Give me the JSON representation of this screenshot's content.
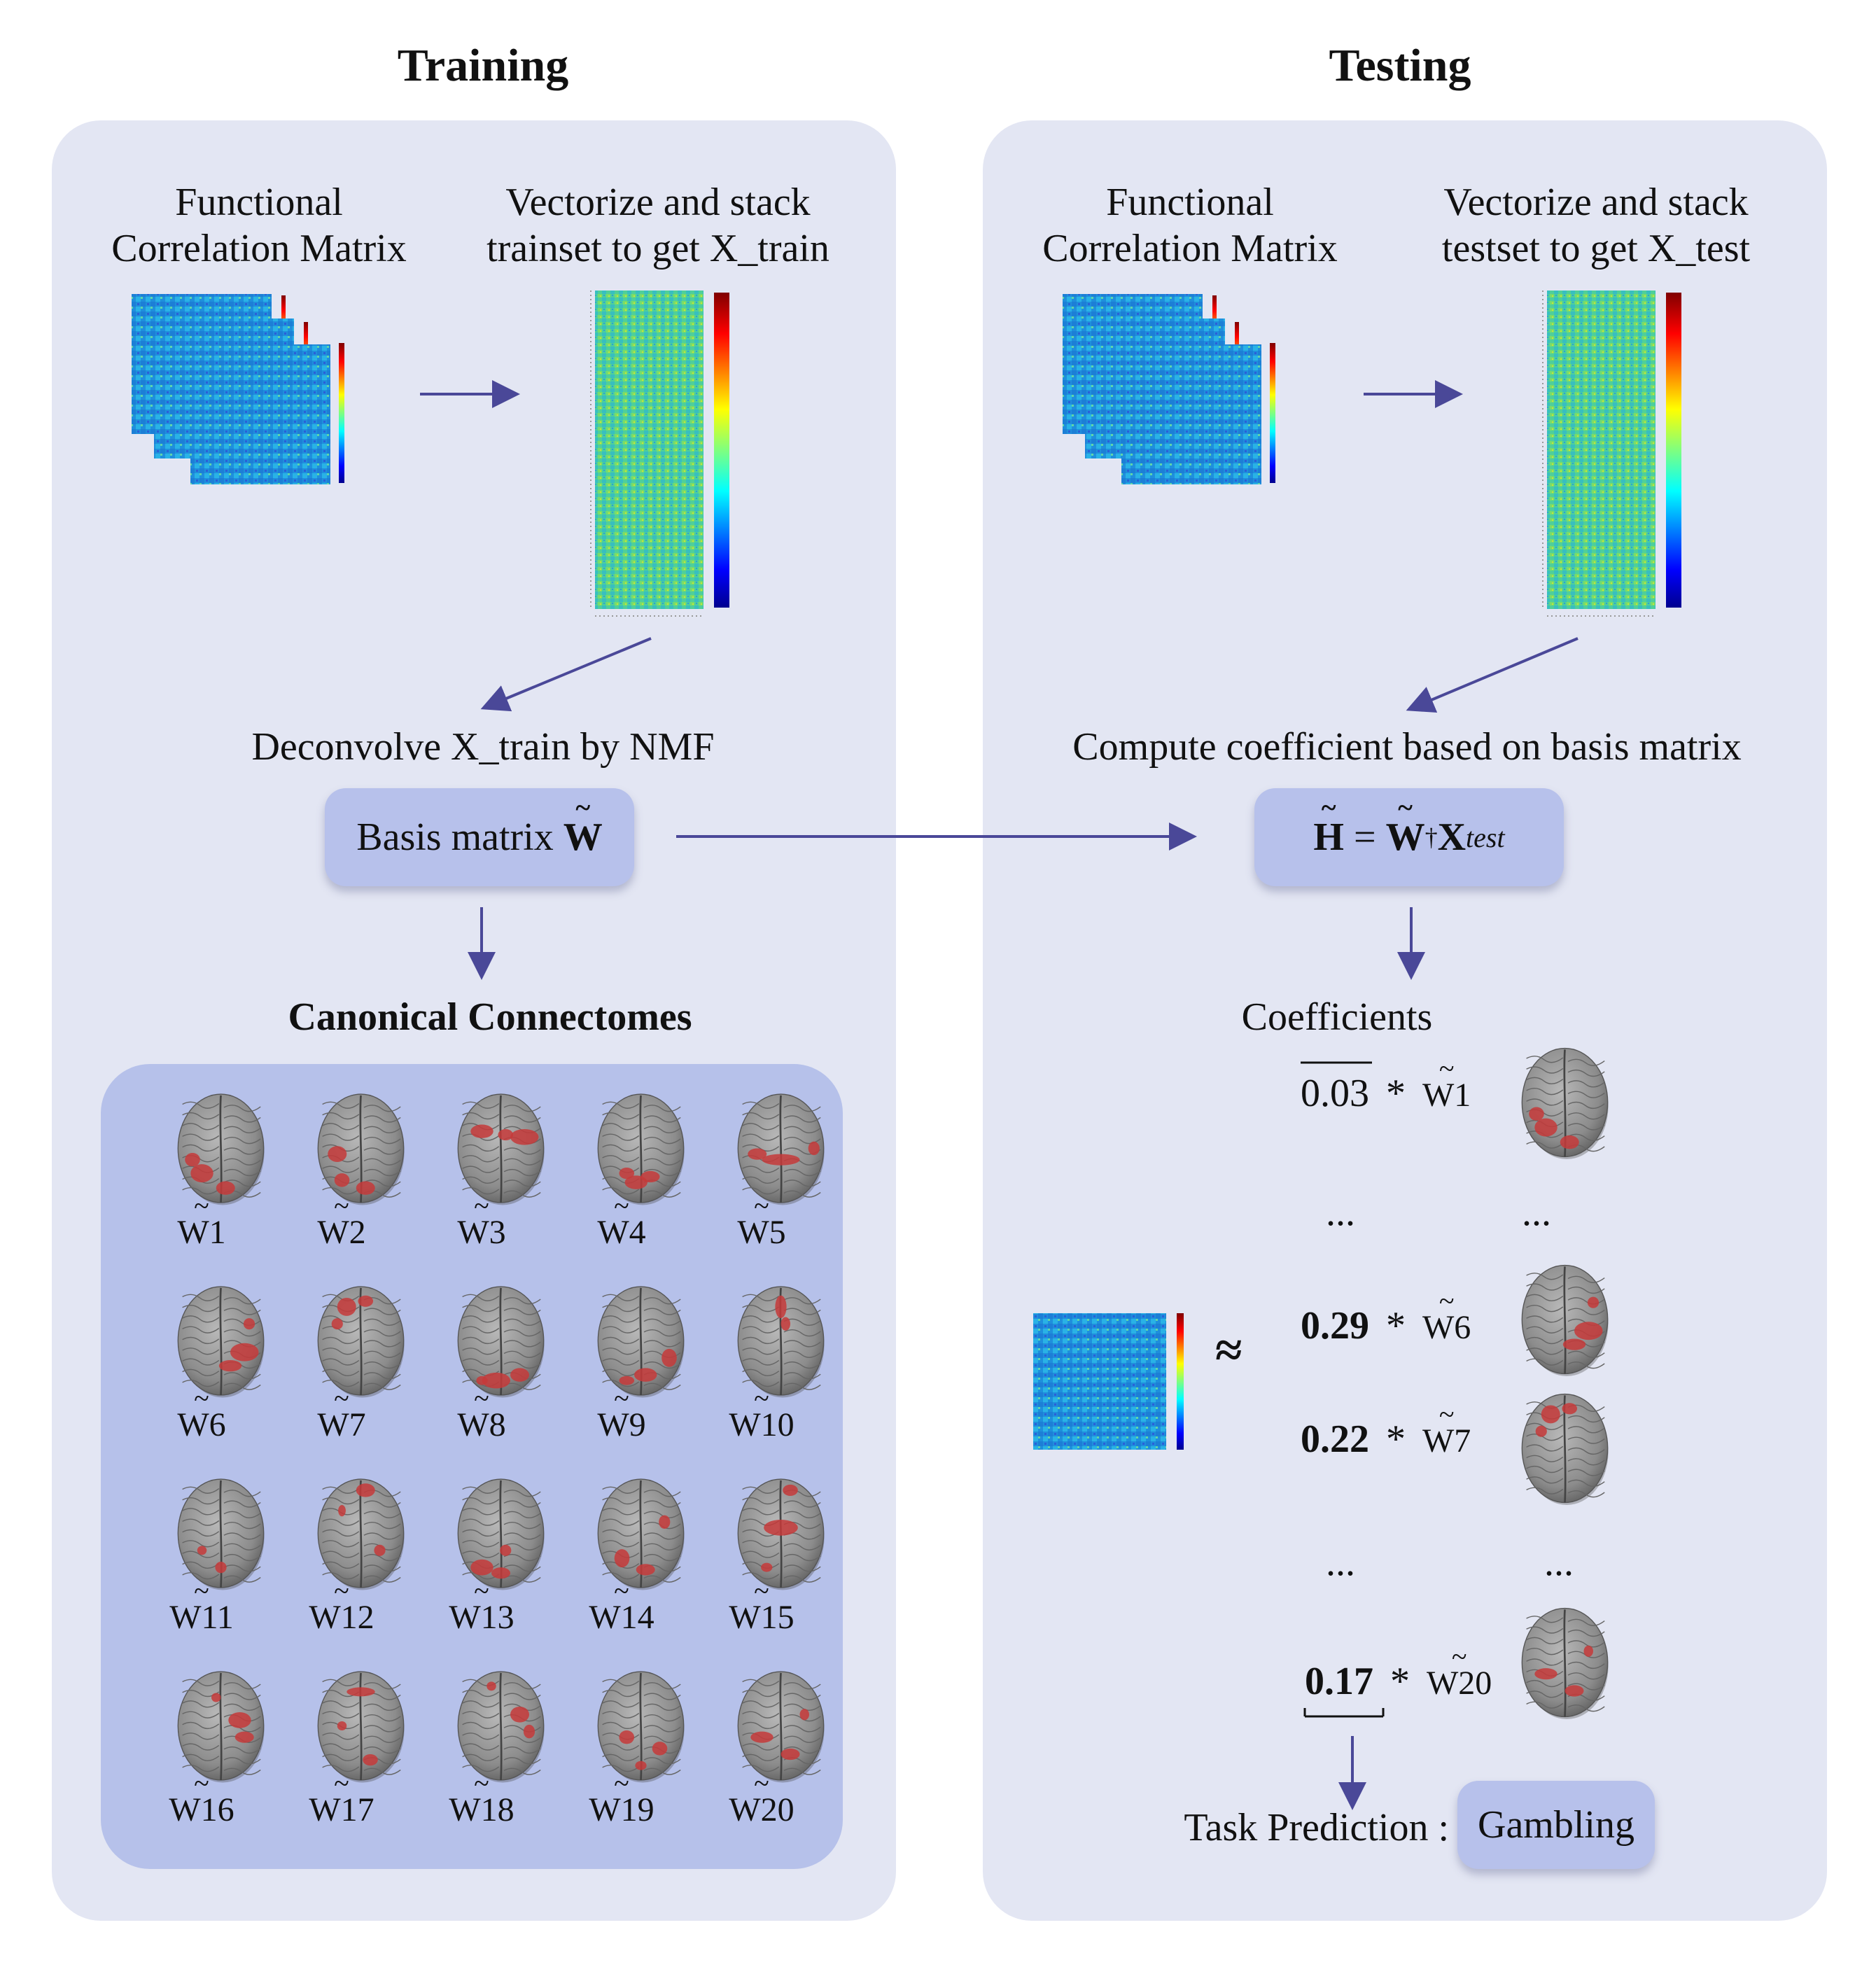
{
  "training": {
    "title": "Training",
    "fcm_label_1": "Functional",
    "fcm_label_2": "Correlation Matrix",
    "vec_label_1": "Vectorize and stack",
    "vec_label_2": "trainset to get X_train",
    "deconvolve_label": "Deconvolve X_train by NMF",
    "basis_pill_text": "Basis matrix W",
    "canonical_title": "Canonical Connectomes",
    "brains": [
      "W1",
      "W2",
      "W3",
      "W4",
      "W5",
      "W6",
      "W7",
      "W8",
      "W9",
      "W10",
      "W11",
      "W12",
      "W13",
      "W14",
      "W15",
      "W16",
      "W17",
      "W18",
      "W19",
      "W20"
    ]
  },
  "testing": {
    "title": "Testing",
    "fcm_label_1": "Functional",
    "fcm_label_2": "Correlation Matrix",
    "vec_label_1": "Vectorize and stack",
    "vec_label_2": "testset to get  X_test",
    "compute_label": "Compute coefficient based on basis matrix",
    "formula_H": "H",
    "formula_eq": " = ",
    "formula_W": "W",
    "formula_dagger": "†",
    "formula_X": "X",
    "formula_sub": "test",
    "coefficients_label": "Coefficients",
    "approx_symbol": "≈",
    "ellipsis": "...",
    "coefs": [
      {
        "value": "0.03",
        "bold": false,
        "op": "*",
        "basis": "W1"
      },
      {
        "value": "0.29",
        "bold": true,
        "op": "*",
        "basis": "W6"
      },
      {
        "value": "0.22",
        "bold": true,
        "op": "*",
        "basis": "W7"
      },
      {
        "value": "0.17",
        "bold": true,
        "op": "*",
        "basis": "W20"
      }
    ],
    "task_label": "Task Prediction :",
    "task_value": "Gambling"
  },
  "colors": {
    "panel_bg": "#e3e6f3",
    "pill_bg": "#b7c1eb",
    "grid_bg": "#b6c1ea",
    "arrow": "#4a4898",
    "brain_gray": "#8a8a8a",
    "activation_red": "#c63a3a"
  }
}
